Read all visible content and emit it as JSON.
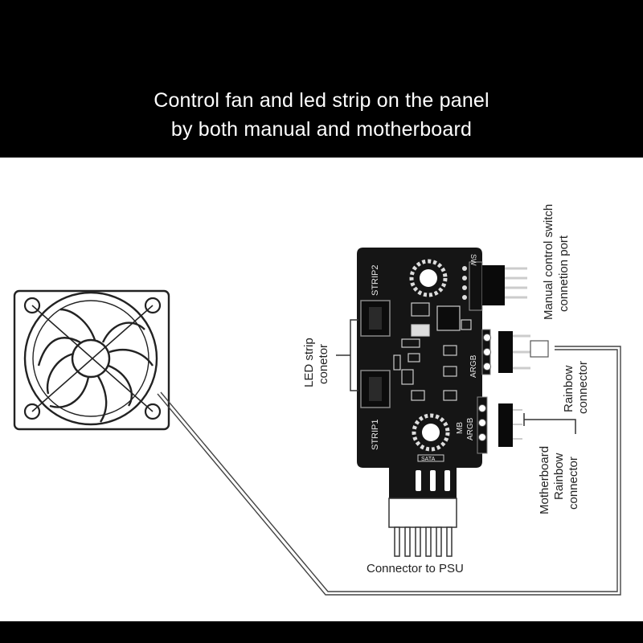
{
  "header": {
    "line1": "Control fan and led strip on the panel",
    "line2": "by both manual and motherboard"
  },
  "board": {
    "strip2": "STRIP2",
    "strip1": "STRIP1",
    "sw": "SW",
    "argb": "ARGB",
    "mb_argb_mb": "MB",
    "mb_argb_argb": "ARGB",
    "sata": "SATA"
  },
  "labels": {
    "manual_switch_line1": "Manual control switch",
    "manual_switch_line2": "connetion port",
    "led_strip_line1": "LED strip",
    "led_strip_line2": "conetor",
    "rainbow_line1": "Rainbow",
    "rainbow_line2": "connector",
    "mb_rainbow_line1": "Motherboard",
    "mb_rainbow_line2": "Rainbow",
    "mb_rainbow_line3": "connector",
    "psu": "Connector to PSU"
  },
  "colors": {
    "band": "#000000",
    "pcb": "#151515",
    "silkscreen": "#e8e8e8",
    "wire": "#444444"
  }
}
